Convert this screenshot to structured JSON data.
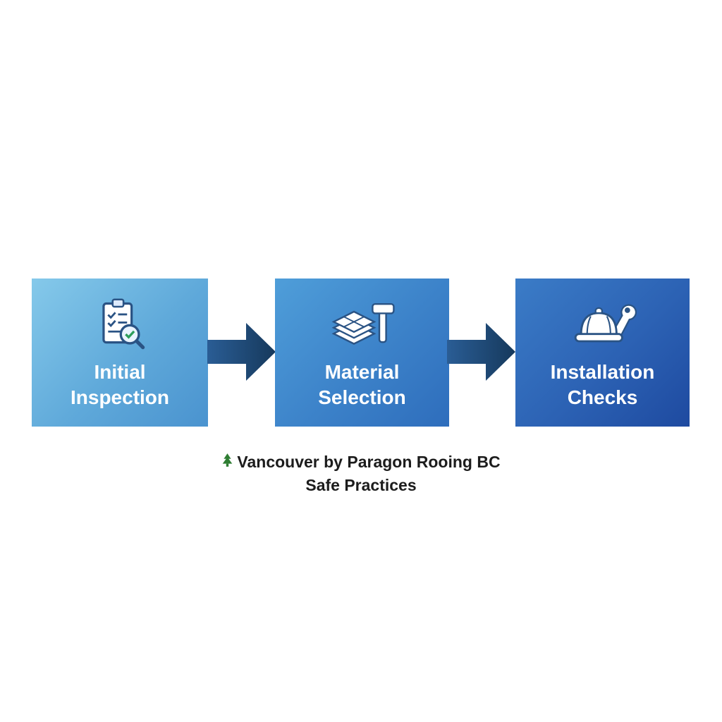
{
  "flow": {
    "steps": [
      {
        "label": "Initial Inspection",
        "icon": "clipboard-checklist-icon"
      },
      {
        "label": "Material Selection",
        "icon": "materials-hammer-icon"
      },
      {
        "label": "Installation Checks",
        "icon": "hardhat-wrench-icon"
      }
    ],
    "arrow_icon": "arrow-right-icon"
  },
  "caption": {
    "line1": "Vancouver by Paragon Rooing BC",
    "line2": "Safe Practices"
  },
  "colors": {
    "step1_gradient_start": "#85c9ea",
    "step1_gradient_end": "#4a93cf",
    "step2_gradient_start": "#4f9ed9",
    "step2_gradient_end": "#2e6dbc",
    "step3_gradient_start": "#3b7cc7",
    "step3_gradient_end": "#1e4aa0",
    "arrow": "#1f4e7d",
    "arrow_dark": "#16395c",
    "label_text": "#ffffff",
    "caption_text": "#1c1c1c",
    "tree_green": "#2e7d32",
    "icon_outline": "#2a5384",
    "check_green": "#2e9e5b"
  }
}
